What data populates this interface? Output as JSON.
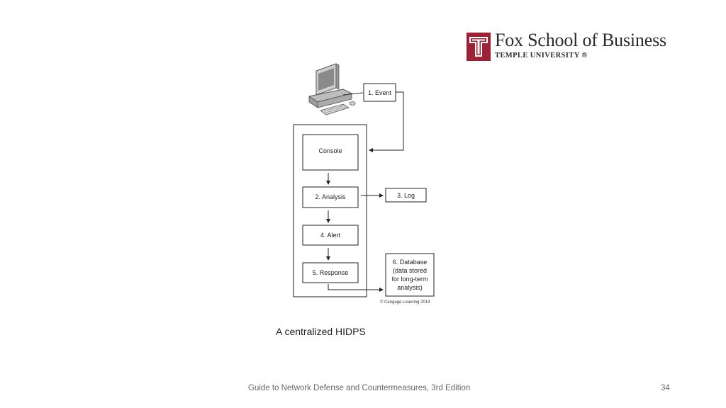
{
  "logo": {
    "school": "Fox School of Business",
    "university": "TEMPLE UNIVERSITY ®",
    "brand_color": "#9d2235"
  },
  "diagram": {
    "event": "1. Event",
    "console": "Console",
    "analysis": "2. Analysis",
    "log": "3. Log",
    "alert": "4. Alert",
    "response": "5. Response",
    "database_lines": [
      "6. Database",
      "(data stored",
      "for long-term",
      "analysis)"
    ],
    "copyright": "© Cengage Learning 2014",
    "icon": "desktop-computer-icon"
  },
  "caption": "A centralized HIDPS",
  "footer": "Guide to Network Defense and Countermeasures, 3rd  Edition",
  "page_number": "34"
}
